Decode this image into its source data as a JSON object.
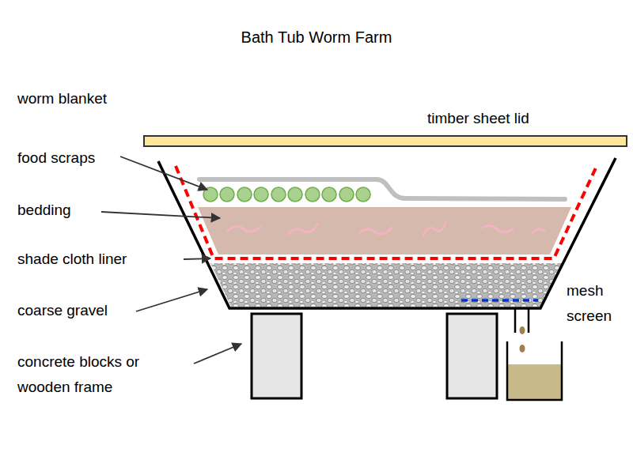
{
  "diagram": {
    "title": "Bath Tub Worm Farm",
    "labels": [
      "worm blanket",
      "timber sheet lid",
      "food scraps",
      "bedding",
      "shade cloth liner",
      "coarse gravel",
      "concrete blocks or wooden frame",
      "mesh screen"
    ]
  }
}
